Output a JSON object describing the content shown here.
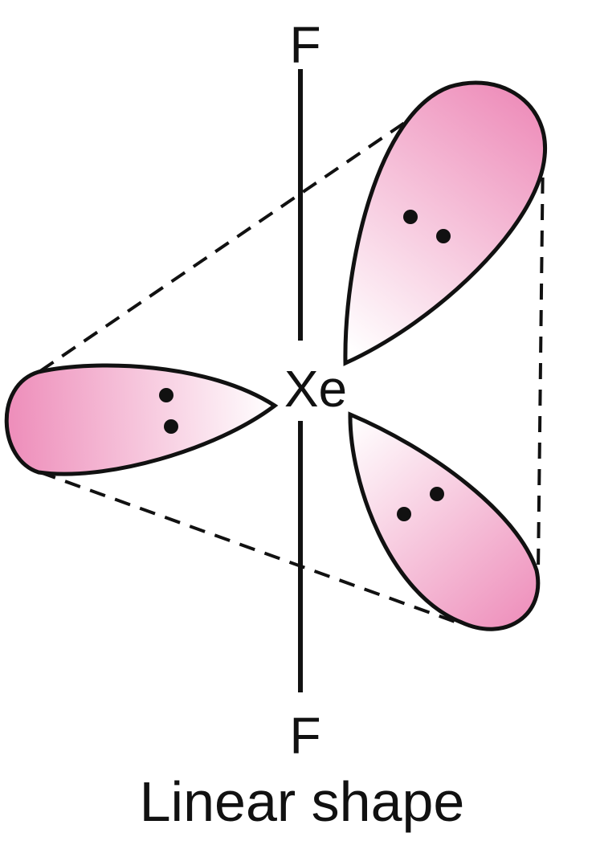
{
  "molecule": {
    "central_atom": "Xe",
    "top_atom": "F",
    "bottom_atom": "F"
  },
  "caption": "Linear shape",
  "lone_pair_count": 3,
  "colors": {
    "lobe_fill_dark": "#ee8fbb",
    "lobe_fill_light": "#ffffff",
    "stroke": "#111111",
    "background": "#ffffff"
  }
}
